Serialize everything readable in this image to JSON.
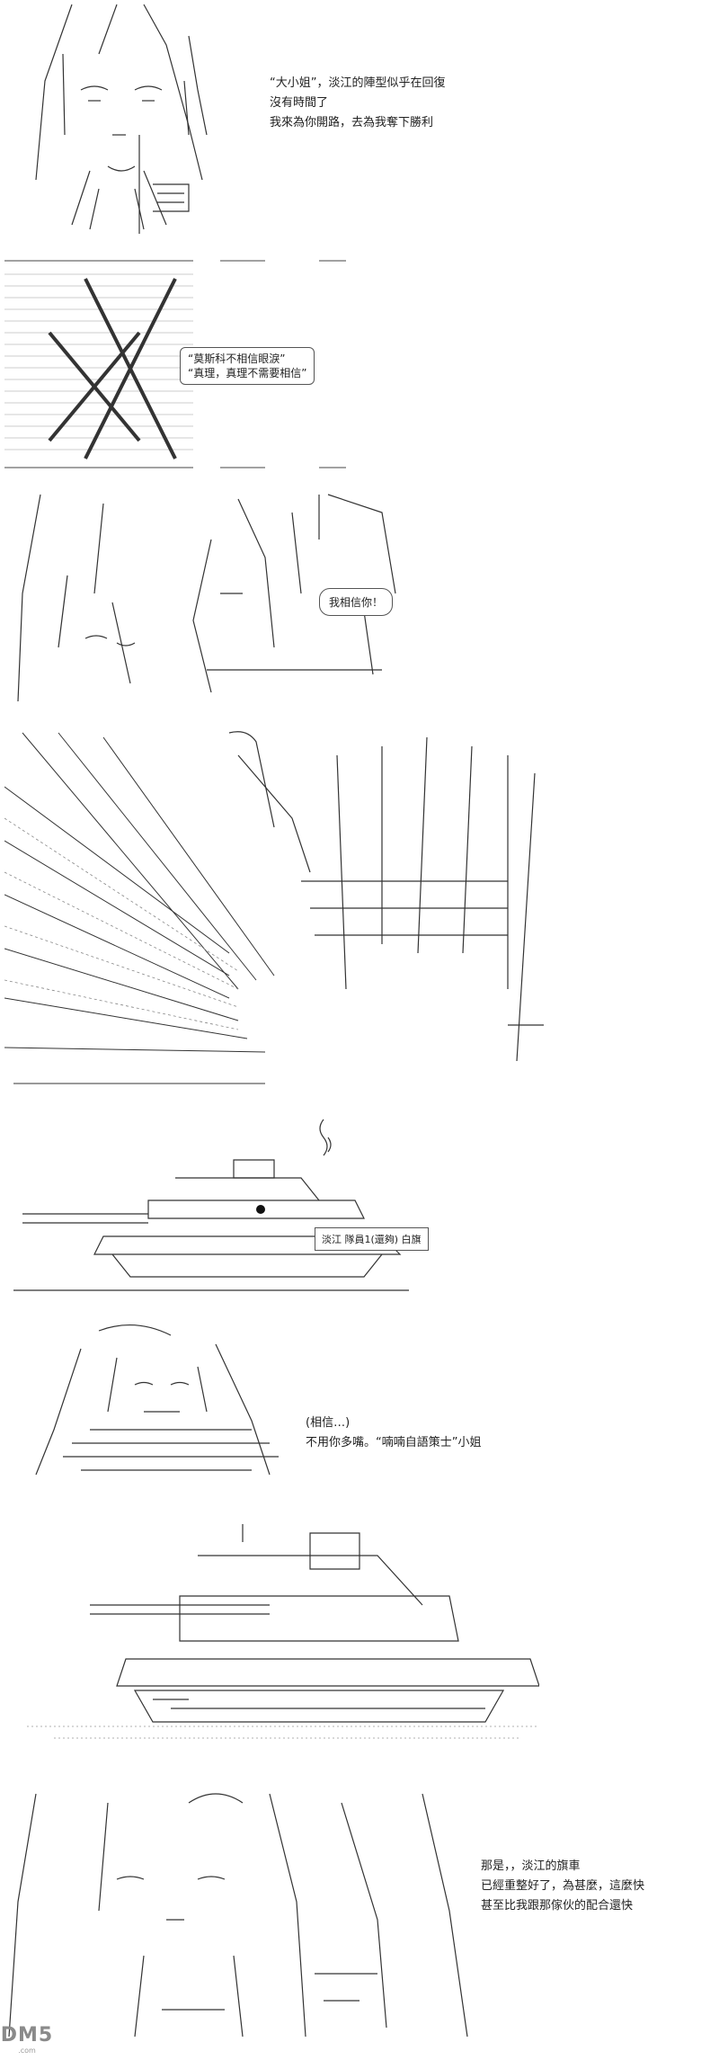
{
  "panels": {
    "p1": {
      "lines": [
        "“大小姐”，淡江的陣型似乎在回復",
        "沒有時間了",
        "我來為你開路，去為我奪下勝利"
      ]
    },
    "p2": {
      "bubble": [
        "“莫斯科不相信眼淚”",
        "“真理，真理不需要相信”"
      ]
    },
    "p3": {
      "bubble": "我相信你！"
    },
    "p5": {
      "label": "淡江 隊員1(還夠) 白旗"
    },
    "p6": {
      "lines": [
        "(相信…)",
        "不用你多嘴。“喃喃自語策士”小姐"
      ]
    },
    "p8": {
      "lines": [
        "那是，，淡江的旗車",
        "已經重整好了，為甚麼，這麼快",
        "甚至比我跟那傢伙的配合還快"
      ]
    }
  },
  "watermark": {
    "logo": "DM5",
    "sub": ".com"
  }
}
